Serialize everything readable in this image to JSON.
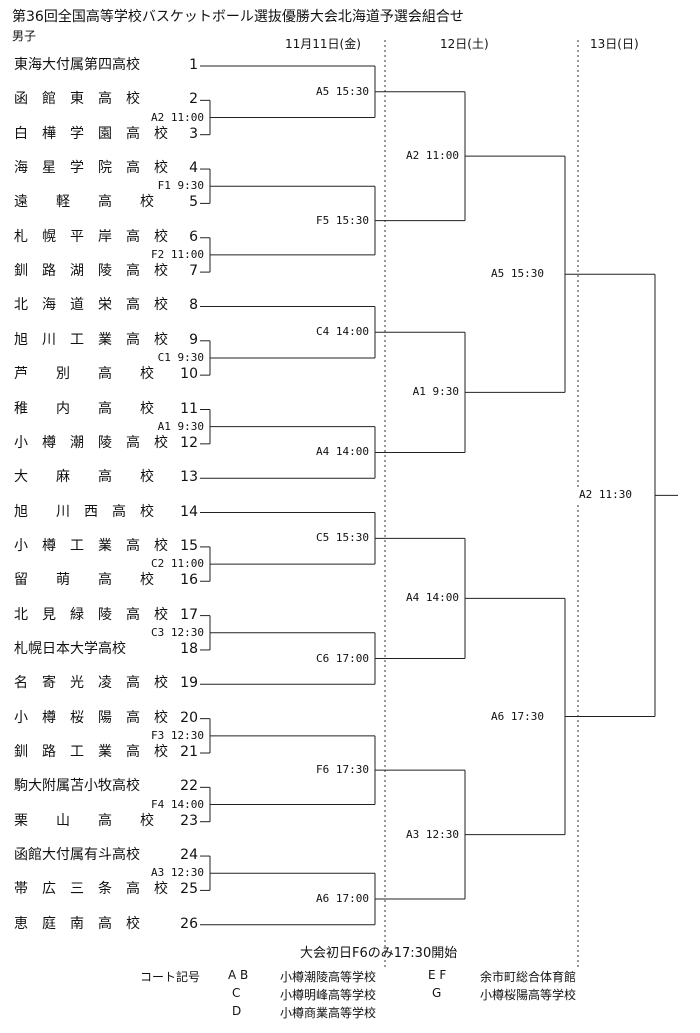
{
  "title": "第36回全国高等学校バスケットボール選抜優勝大会北海道予選会組合せ",
  "division": "男子",
  "days": [
    "11月11日(金)",
    "12日(土)",
    "13日(日)"
  ],
  "teams": [
    {
      "no": "1",
      "name": "東海大付属第四高校"
    },
    {
      "no": "2",
      "name": "函　館　東　高　校"
    },
    {
      "no": "3",
      "name": "白　樺　学　園　高　校"
    },
    {
      "no": "4",
      "name": "海　星　学　院　高　校"
    },
    {
      "no": "5",
      "name": "遠　　軽　　高　　校"
    },
    {
      "no": "6",
      "name": "札　幌　平　岸　高　校"
    },
    {
      "no": "7",
      "name": "釧　路　湖　陵　高　校"
    },
    {
      "no": "8",
      "name": "北　海　道　栄　高　校"
    },
    {
      "no": "9",
      "name": "旭　川　工　業　高　校"
    },
    {
      "no": "10",
      "name": "芦　　別　　高　　校"
    },
    {
      "no": "11",
      "name": "稚　　内　　高　　校"
    },
    {
      "no": "12",
      "name": "小　樽　潮　陵　高　校"
    },
    {
      "no": "13",
      "name": "大　　麻　　高　　校"
    },
    {
      "no": "14",
      "name": "旭　　川　西　高　校"
    },
    {
      "no": "15",
      "name": "小　樽　工　業　高　校"
    },
    {
      "no": "16",
      "name": "留　　萌　　高　　校"
    },
    {
      "no": "17",
      "name": "北　見　緑　陵　高　校"
    },
    {
      "no": "18",
      "name": "札幌日本大学高校"
    },
    {
      "no": "19",
      "name": "名　寄　光　凌　高　校"
    },
    {
      "no": "20",
      "name": "小　樽　桜　陽　高　校"
    },
    {
      "no": "21",
      "name": "釧　路　工　業　高　校"
    },
    {
      "no": "22",
      "name": "駒大附属苫小牧高校"
    },
    {
      "no": "23",
      "name": "栗　　山　　高　　校"
    },
    {
      "no": "24",
      "name": "函館大付属有斗高校"
    },
    {
      "no": "25",
      "name": "帯　広　三　条　高　校"
    },
    {
      "no": "26",
      "name": "恵　庭　南　高　校"
    }
  ],
  "matches": {
    "r1": [
      {
        "label": "A2 11:00",
        "a": 1,
        "b": 2
      },
      {
        "label": "F1 9:30",
        "a": 3,
        "b": 4
      },
      {
        "label": "F2 11:00",
        "a": 5,
        "b": 6
      },
      {
        "label": "C1 9:30",
        "a": 8,
        "b": 9
      },
      {
        "label": "A1 9:30",
        "a": 10,
        "b": 11
      },
      {
        "label": "C2 11:00",
        "a": 14,
        "b": 15
      },
      {
        "label": "C3 12:30",
        "a": 16,
        "b": 17
      },
      {
        "label": "F3 12:30",
        "a": 19,
        "b": 20
      },
      {
        "label": "F4 14:00",
        "a": 21,
        "b": 22
      },
      {
        "label": "A3 12:30",
        "a": 23,
        "b": 24
      }
    ],
    "r2": [
      {
        "label": "A5 15:30",
        "a": "t0",
        "b": "r1_0"
      },
      {
        "label": "F5 15:30",
        "a": "r1_1",
        "b": "r1_2"
      },
      {
        "label": "C4 14:00",
        "a": "t7",
        "b": "r1_3"
      },
      {
        "label": "A4 14:00",
        "a": "r1_4",
        "b": "t12"
      },
      {
        "label": "C5 15:30",
        "a": "t13",
        "b": "r1_5"
      },
      {
        "label": "C6 17:00",
        "a": "r1_6",
        "b": "t18"
      },
      {
        "label": "F6 17:30",
        "a": "r1_7",
        "b": "r1_8"
      },
      {
        "label": "A6 17:00",
        "a": "r1_9",
        "b": "t25"
      }
    ],
    "r3": [
      {
        "label": "A2 11:00",
        "a": "r2_0",
        "b": "r2_1"
      },
      {
        "label": "A1 9:30",
        "a": "r2_2",
        "b": "r2_3"
      },
      {
        "label": "A4 14:00",
        "a": "r2_4",
        "b": "r2_5"
      },
      {
        "label": "A3 12:30",
        "a": "r2_6",
        "b": "r2_7"
      }
    ],
    "r4": [
      {
        "label": "A5 15:30",
        "a": "r3_0",
        "b": "r3_1"
      },
      {
        "label": "A6 17:30",
        "a": "r3_2",
        "b": "r3_3"
      }
    ],
    "final": [
      {
        "label": "A2 11:30",
        "a": "r4_0",
        "b": "r4_1"
      }
    ]
  },
  "note": "大会初日F6のみ17:30開始",
  "legend": {
    "heading": "コート記号",
    "rows": [
      {
        "code": "A B",
        "venue": "小樽潮陵高等学校"
      },
      {
        "code": "C",
        "venue": "小樽明峰高等学校"
      },
      {
        "code": "D",
        "venue": "小樽商業高等学校"
      },
      {
        "code": "E F",
        "venue": "余市町総合体育館"
      },
      {
        "code": "G",
        "venue": "小樽桜陽高等学校"
      }
    ]
  }
}
